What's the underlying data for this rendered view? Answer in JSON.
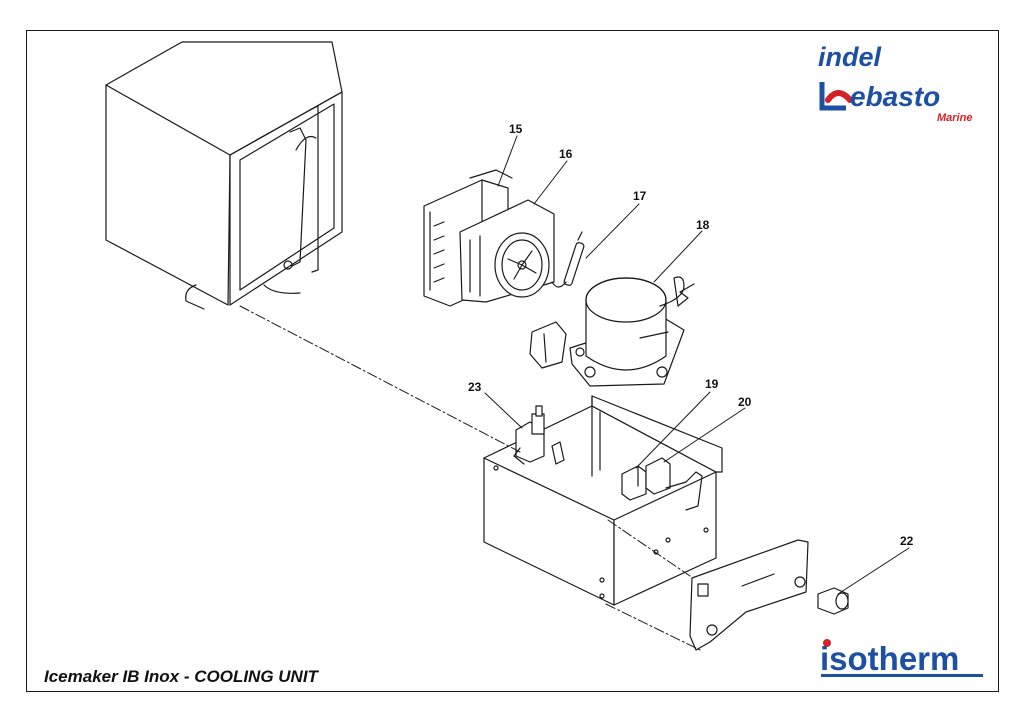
{
  "caption": "Icemaker IB Inox - COOLING UNIT",
  "brand_top": {
    "line1": "indel",
    "line2": "ebasto",
    "sub": "Marine",
    "colors": {
      "blue": "#1d4fa3",
      "red": "#d42027"
    }
  },
  "brand_bottom": {
    "name": "isotherm",
    "colors": {
      "blue": "#1d4fa3",
      "red": "#d42027"
    }
  },
  "callouts": [
    {
      "id": "15",
      "label": "15"
    },
    {
      "id": "16",
      "label": "16"
    },
    {
      "id": "17",
      "label": "17"
    },
    {
      "id": "18",
      "label": "18"
    },
    {
      "id": "19",
      "label": "19"
    },
    {
      "id": "20",
      "label": "20"
    },
    {
      "id": "22",
      "label": "22"
    },
    {
      "id": "23",
      "label": "23"
    }
  ]
}
